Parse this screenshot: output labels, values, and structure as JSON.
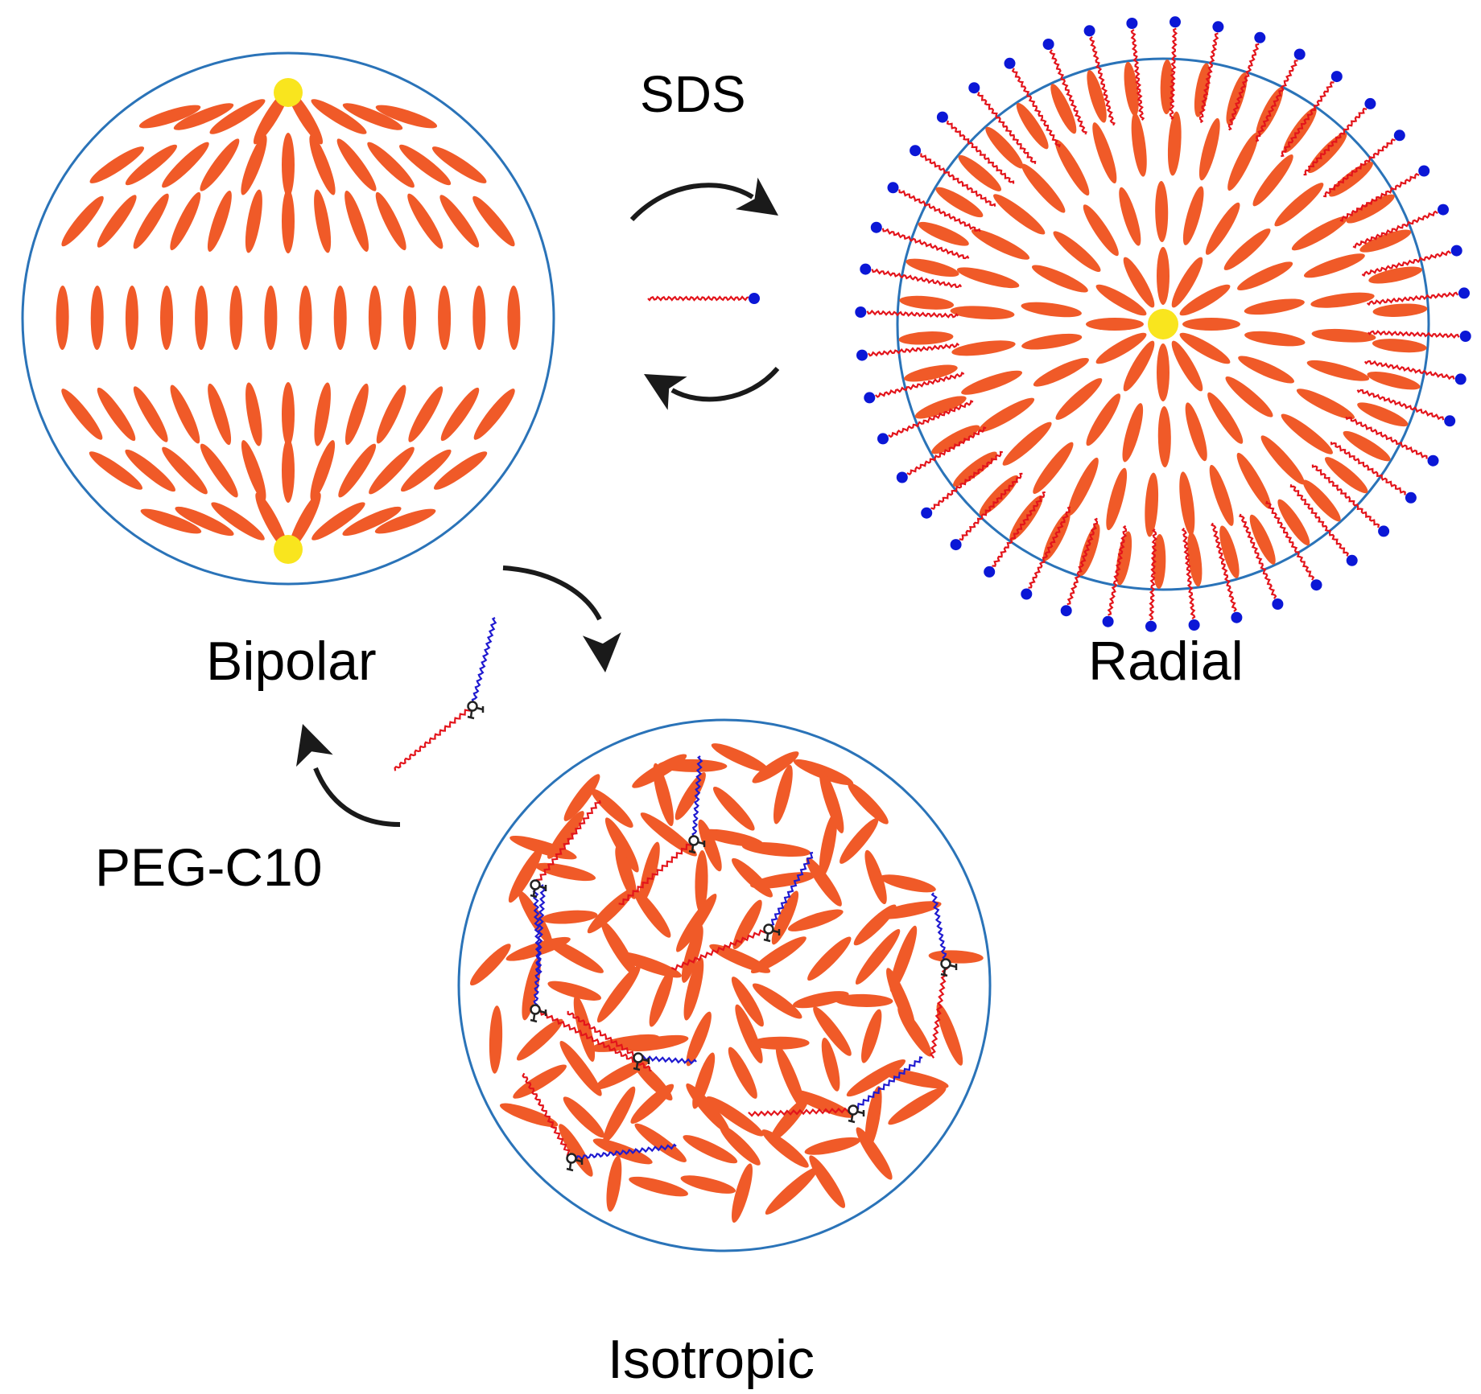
{
  "labels": {
    "sds": "SDS",
    "radial": "Radial",
    "bipolar": "Bipolar",
    "peg": "PEG-C10",
    "isotropic": "Isotropic"
  },
  "colors": {
    "mesogen": "#f05a28",
    "droplet_border": "#2a73b8",
    "defect": "#f9e51e",
    "sds_tail": "#e3141b",
    "sds_head": "#0b17d6",
    "peg_chain": "#1f1ad0",
    "linker": "#222222",
    "arrow": "#1a1a1a"
  },
  "icons": {
    "droplet_bipolar": "bipolar-droplet-icon",
    "droplet_radial": "radial-droplet-icon",
    "droplet_isotropic": "isotropic-droplet-icon",
    "sds_molecule": "sds-surfactant-icon",
    "peg_molecule": "peg-c10-surfactant-icon"
  }
}
